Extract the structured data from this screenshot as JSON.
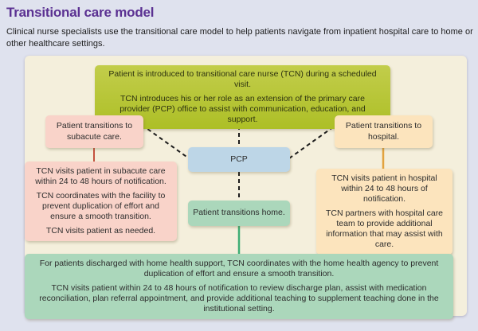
{
  "page": {
    "title": "Transitional care model",
    "subtitle": "Clinical nurse specialists use the transitional care model to help patients navigate from inpatient hospital care to home or other healthcare settings."
  },
  "diagram": {
    "intro_box": {
      "lines": [
        "Patient is introduced to transitional care nurse (TCN) during a scheduled visit.",
        "TCN introduces his or her role as an extension of the primary care provider (PCP) office to assist with communication, education, and support."
      ]
    },
    "subacute_box": {
      "label": "Patient transitions to subacute care."
    },
    "hospital_box": {
      "label": "Patient transitions to hospital."
    },
    "pcp_box": {
      "label": "PCP"
    },
    "home_box": {
      "label": "Patient transitions home."
    },
    "subacute_detail_box": {
      "lines": [
        "TCN visits patient in subacute care within 24 to 48 hours of notification.",
        "TCN coordinates with the facility to prevent duplication of effort and ensure a smooth transition.",
        "TCN visits patient as needed."
      ]
    },
    "hospital_detail_box": {
      "lines": [
        "TCN visits patient in hospital within 24 to 48 hours of notification.",
        "TCN partners with hospital care team to provide additional information that may assist with care."
      ]
    },
    "home_detail_box": {
      "lines": [
        "For patients discharged with home health support, TCN coordinates with the home health agency to prevent duplication of effort and ensure a smooth transition.",
        "TCN visits patient within 24 to 48 hours of notification to review discharge plan, assist with medication reconciliation, plan referral appointment, and provide additional teaching to supplement teaching done in the institutional setting."
      ]
    }
  },
  "colors": {
    "page_background": "#dfe2ee",
    "panel_background": "#f4efdc",
    "title_purple": "#5b3192",
    "intro_green": "#adbf26",
    "pink": "#f9d3c9",
    "cream": "#fce4bd",
    "blue": "#bdd6e7",
    "light_green": "#abd7bb",
    "red_line": "#c4523f",
    "orange_line": "#e2a33f",
    "green_line": "#3fae74",
    "dash_line": "#1c1c1c"
  }
}
